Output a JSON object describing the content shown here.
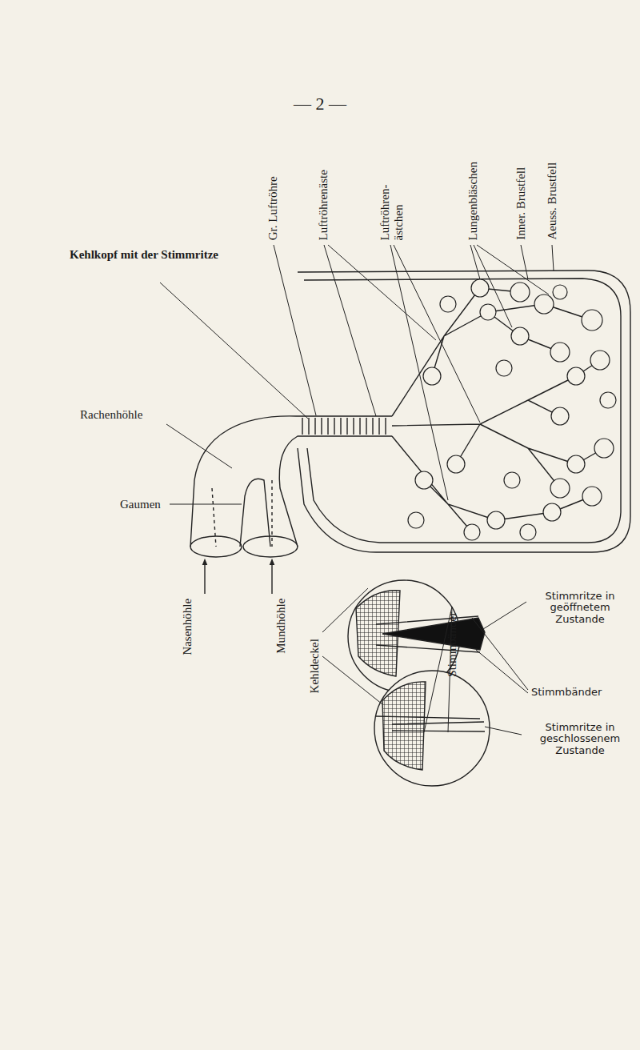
{
  "diagram": {
    "labels": [
      "— 2 —",
      "Gr. Luftröhre",
      "Luftröhrenäste",
      "Luftröhren- ästchen",
      "Lungenbläschen",
      "Inner. Brustfell",
      "Aeuss. Brustfell",
      "Kehlkopf mit der Stimmritze",
      "Rachenhöhle",
      "Gaumen",
      "Nasenhöhle",
      "Mundhöhle",
      "Kehldeckel",
      "Stimmritze in geöffnetem Zustande",
      "Stimmbänder",
      "Stimmritze in geschlossenem Zustande",
      "Stimmbänder"
    ]
  }
}
